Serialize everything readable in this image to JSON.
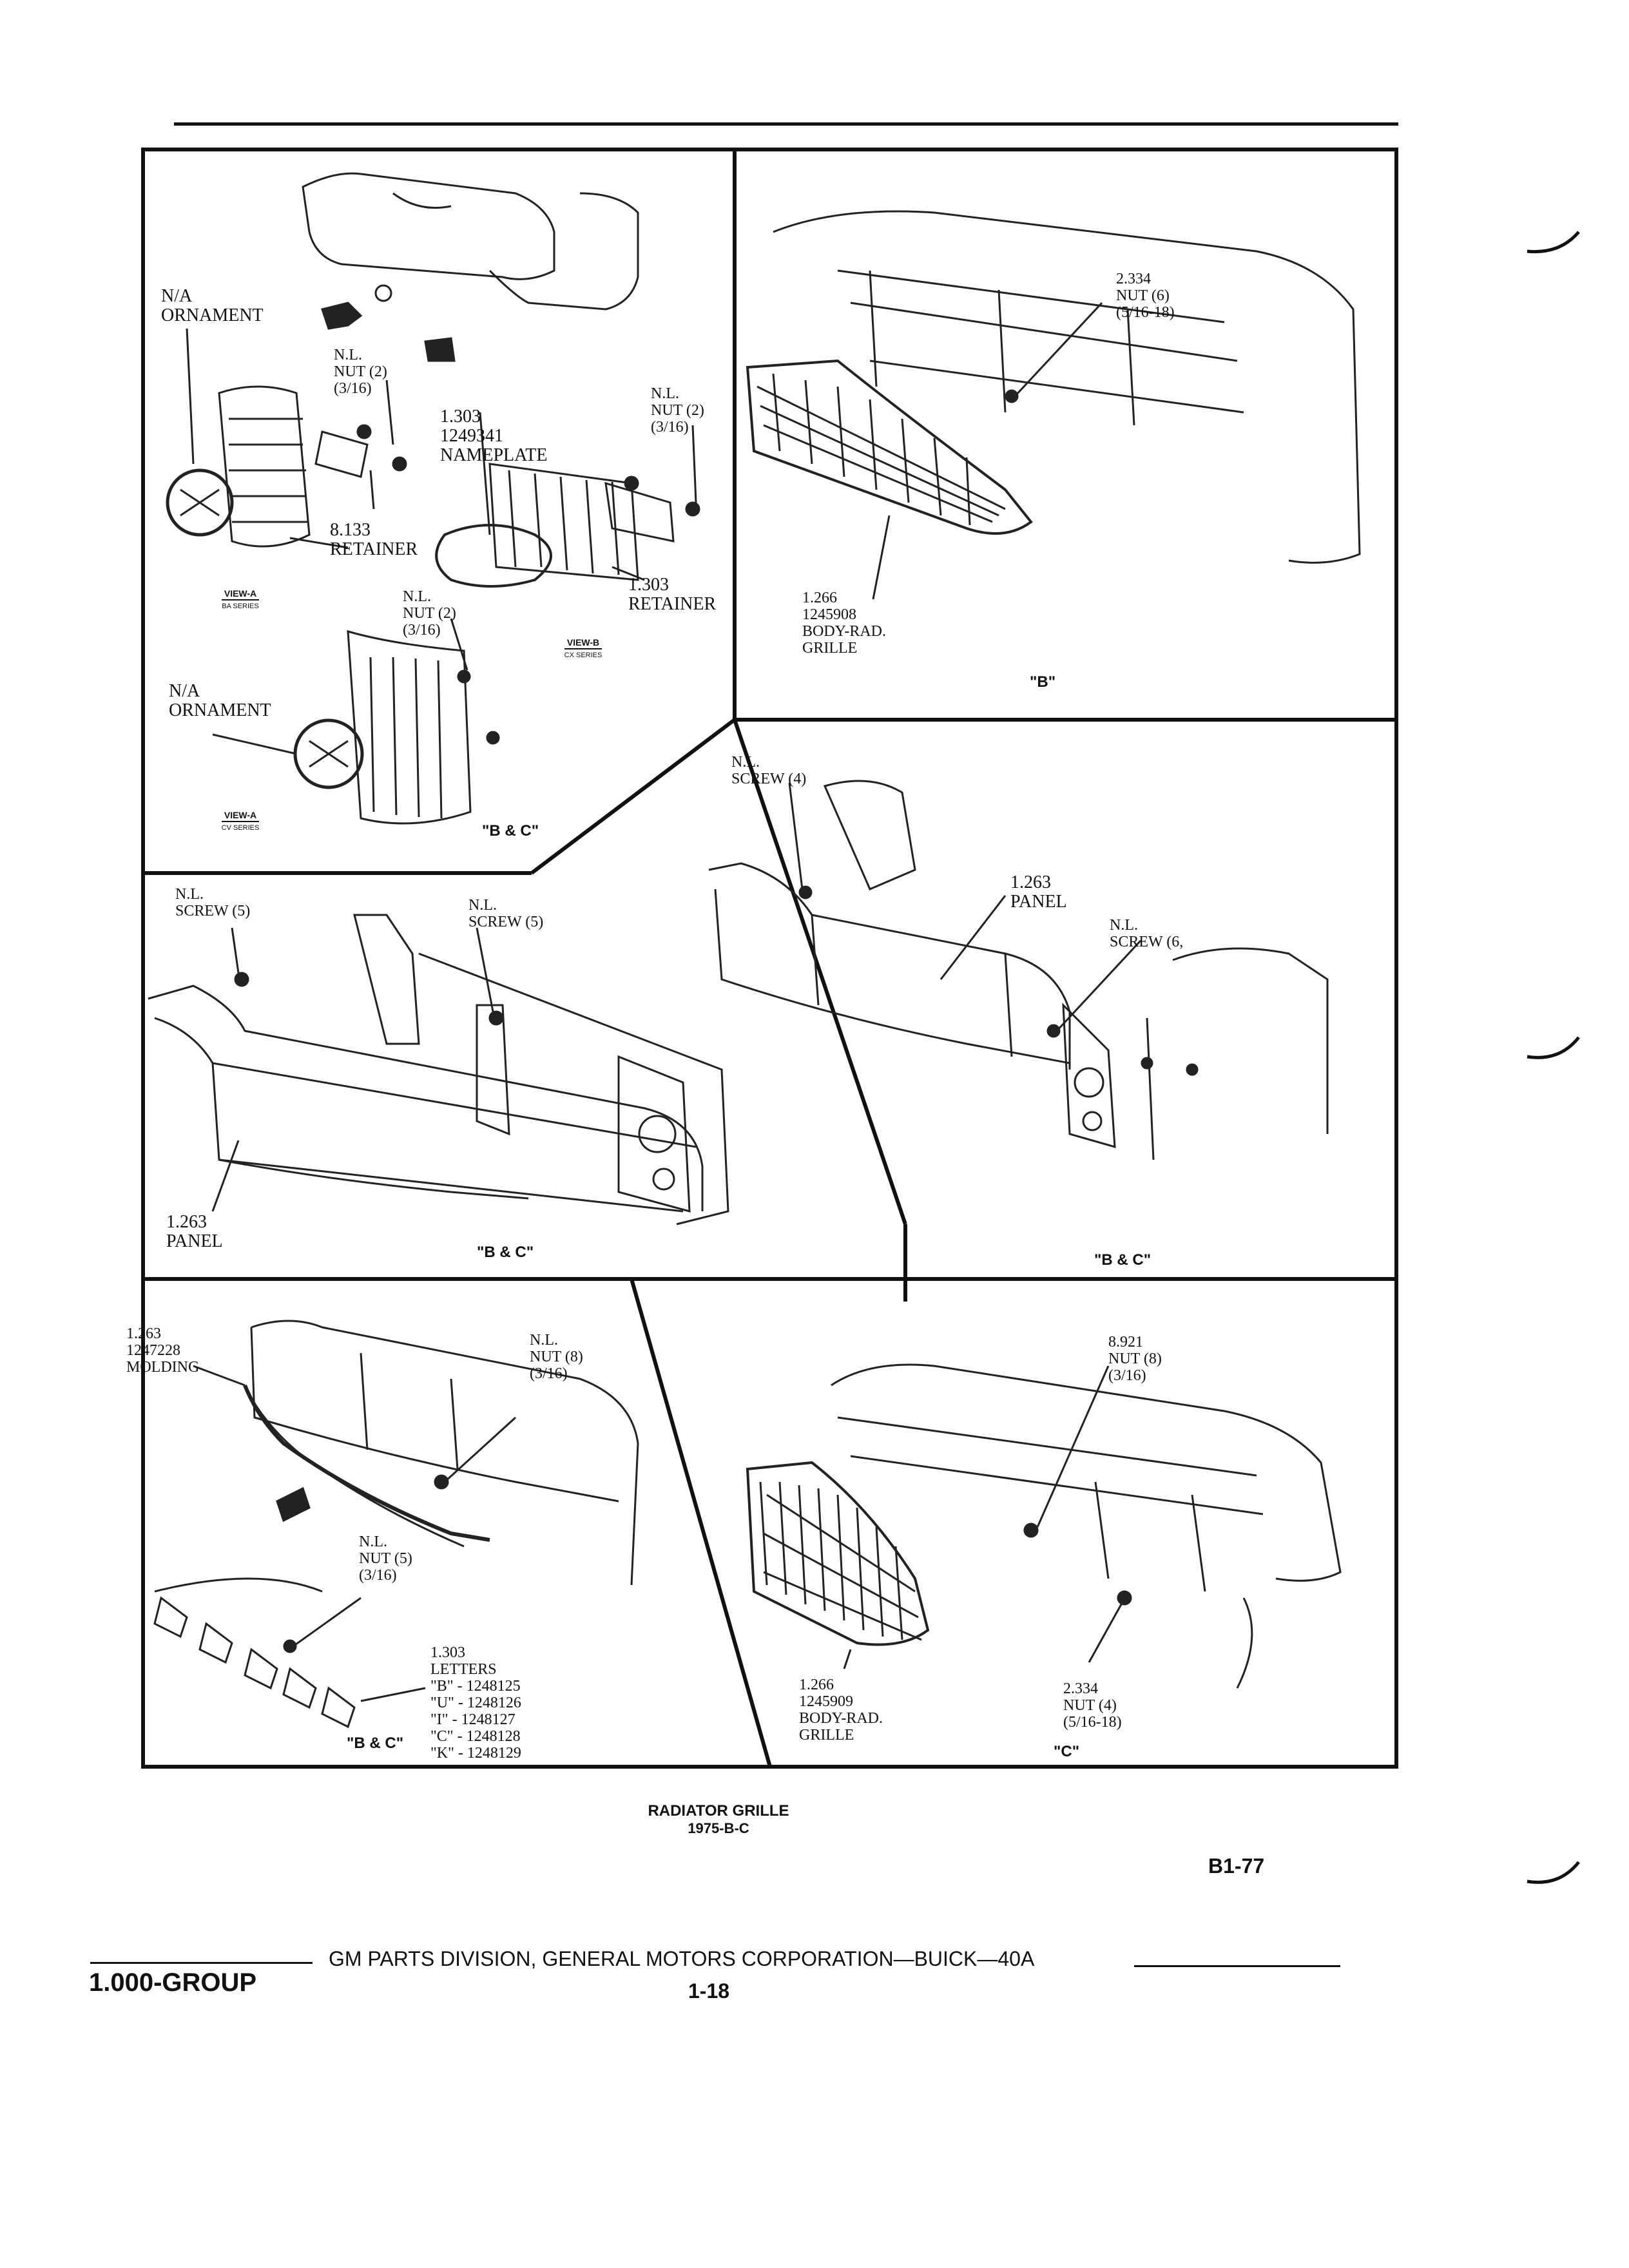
{
  "panels": {
    "p1": {
      "labels": {
        "na_ornament_1": "N/A\nORNAMENT",
        "nut_a": "N.L.\nNUT (2)\n(3/16)",
        "nameplate": "1.303\n1249341\nNAMEPLATE",
        "nut_b": "N.L.\nNUT (2)\n(3/16)",
        "retainer_8133": "8.133\nRETAINER",
        "retainer_1303": "1.303\nRETAINER",
        "nut_c": "N.L.\nNUT (2)\n(3/16)",
        "na_ornament_2": "N/A\nORNAMENT"
      },
      "views": {
        "view_a_ba": {
          "title": "VIEW-A",
          "sub": "BA SERIES"
        },
        "view_b_cx": {
          "title": "VIEW-B",
          "sub": "CX SERIES"
        },
        "view_a_cv": {
          "title": "VIEW-A",
          "sub": "CV SERIES"
        }
      },
      "tag": "\"B & C\""
    },
    "p2": {
      "labels": {
        "nut_6": "2.334\nNUT (6)\n(5/16-18)",
        "grille": "1.266\n1245908\nBODY-RAD.\nGRILLE"
      },
      "tag": "\"B\""
    },
    "p3": {
      "labels": {
        "screw_5a": "N.L.\nSCREW (5)",
        "screw_5b": "N.L.\nSCREW (5)",
        "panel": "1.263\nPANEL"
      },
      "tag": "\"B & C\""
    },
    "p4": {
      "labels": {
        "screw_4": "N.L.\nSCREW (4)",
        "panel": "1.263\nPANEL",
        "screw_6": "N.L.\nSCREW (6,"
      },
      "tag": "\"B & C\""
    },
    "p5": {
      "labels": {
        "molding": "1.263\n1247228\nMOLDING",
        "nut_8": "N.L.\nNUT (8)\n(3/16)",
        "nut_5": "N.L.\nNUT (5)\n(3/16)",
        "letters": "1.303\nLETTERS\n\"B\" - 1248125\n\"U\" - 1248126\n\"I\" - 1248127\n\"C\" - 1248128\n\"K\" - 1248129"
      },
      "tag": "\"B & C\""
    },
    "p6": {
      "labels": {
        "nut_8": "8.921\nNUT (8)\n(3/16)",
        "grille": "1.266\n1245909\nBODY-RAD.\nGRILLE",
        "nut_4": "2.334\nNUT (4)\n(5/16-18)"
      },
      "tag": "\"C\""
    }
  },
  "caption": {
    "line1": "RADIATOR GRILLE",
    "line2": "1975-B-C"
  },
  "page_code": "B1-77",
  "footer": {
    "group": "1.000-GROUP",
    "publisher": "GM PARTS DIVISION, GENERAL MOTORS CORPORATION—BUICK—40A",
    "page_number": "1-18"
  }
}
